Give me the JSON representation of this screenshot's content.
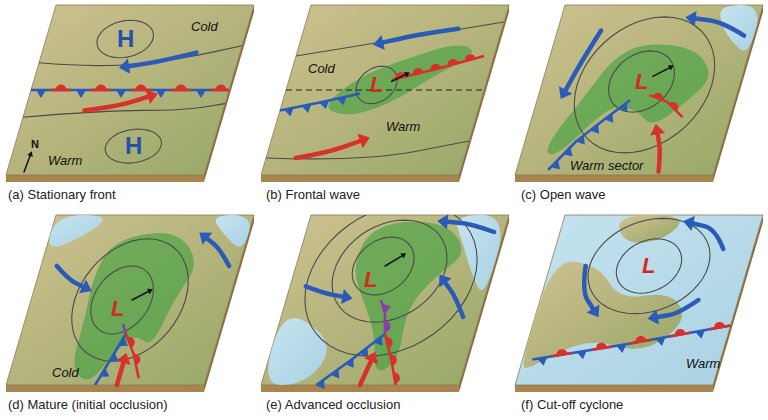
{
  "diagram": {
    "labels": [
      "H",
      "Cold",
      "N",
      "Warm",
      "H",
      "Cold",
      "L",
      "Warm",
      "L",
      "Warm sector",
      "L",
      "Cold",
      "L",
      "L",
      "Warm",
      "(a) Stationary front",
      "(b) Frontal wave",
      "(c) Open wave",
      "(d) Mature (initial occlusion)",
      "(e) Advanced occlusion",
      "(f) Cut-off cyclone"
    ]
  }
}
